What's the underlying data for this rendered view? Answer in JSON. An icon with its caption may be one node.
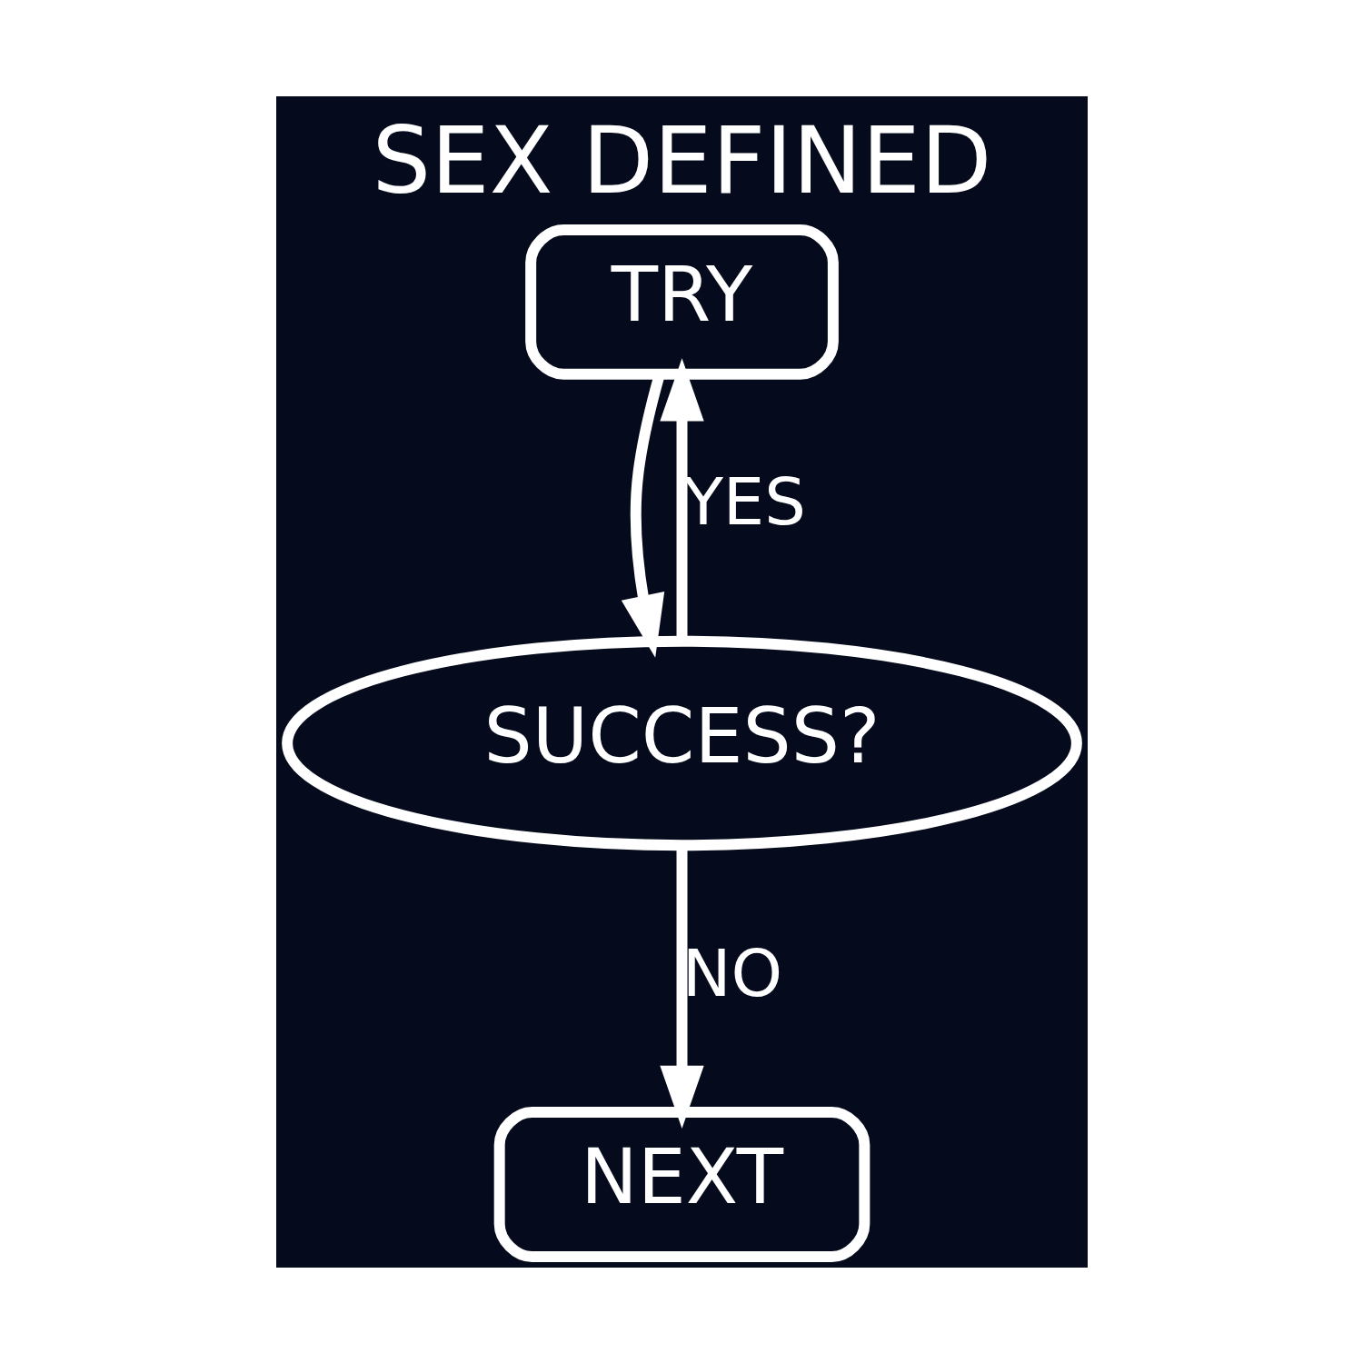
{
  "diagram": {
    "title": "SEX DEFINED",
    "nodes": [
      {
        "text": [
          "TRY"
        ]
      },
      {
        "text": [
          "SUCCESS?"
        ]
      },
      {
        "text": [
          "NEXT"
        ]
      }
    ],
    "edges": [
      {
        "from": 0,
        "to": 1,
        "arrow": "to"
      },
      {
        "from": 1,
        "to": 0,
        "arrow": "to",
        "label": "YES"
      },
      {
        "from": 1,
        "to": 2,
        "arrow": "to",
        "label": "NO"
      }
    ]
  }
}
